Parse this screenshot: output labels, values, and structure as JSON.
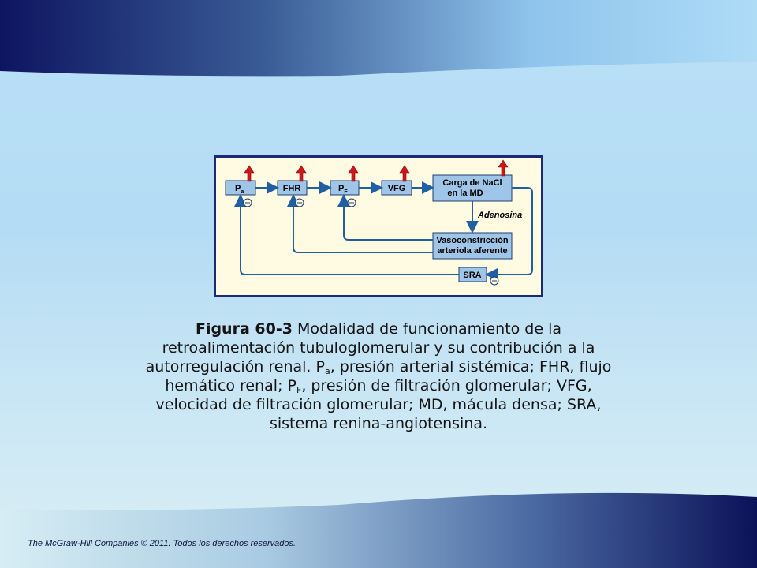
{
  "diagram": {
    "boxes": {
      "pa": {
        "main": "P",
        "sub": "a"
      },
      "fhr": {
        "main": "FHR"
      },
      "pf": {
        "main": "P",
        "sub": "F"
      },
      "vfg": {
        "main": "VFG"
      },
      "nacl_line1": "Carga de NaCl",
      "nacl_line2": "en la MD",
      "vaso_line1": "Vasoconstricción",
      "vaso_line2": "arteriola aferente",
      "sra": "SRA"
    },
    "adenosina_label": "Adenosina",
    "colors": {
      "box_fill": "#9fc5e8",
      "arrow_blue": "#1f5fa3",
      "up_arrow_red": "#d2151c",
      "frame": "#1a2a78"
    }
  },
  "caption": {
    "figure_label": "Figura 60-3",
    "text_part1": " Modalidad de funcionamiento de la retroalimentación tubuloglomerular y su contribución a la autorregulación renal. P",
    "sub_a": "a",
    "text_part2": ", presión arterial sistémica; FHR, flujo hemático renal; P",
    "sub_f": "F",
    "text_part3": ", presión de filtración glomerular; VFG, velocidad de filtración glomerular; MD, mácula densa; SRA, sistema renina-angiotensina."
  },
  "footer": {
    "copyright": "The McGraw-Hill Companies © 2011. Todos los derechos reservados."
  }
}
